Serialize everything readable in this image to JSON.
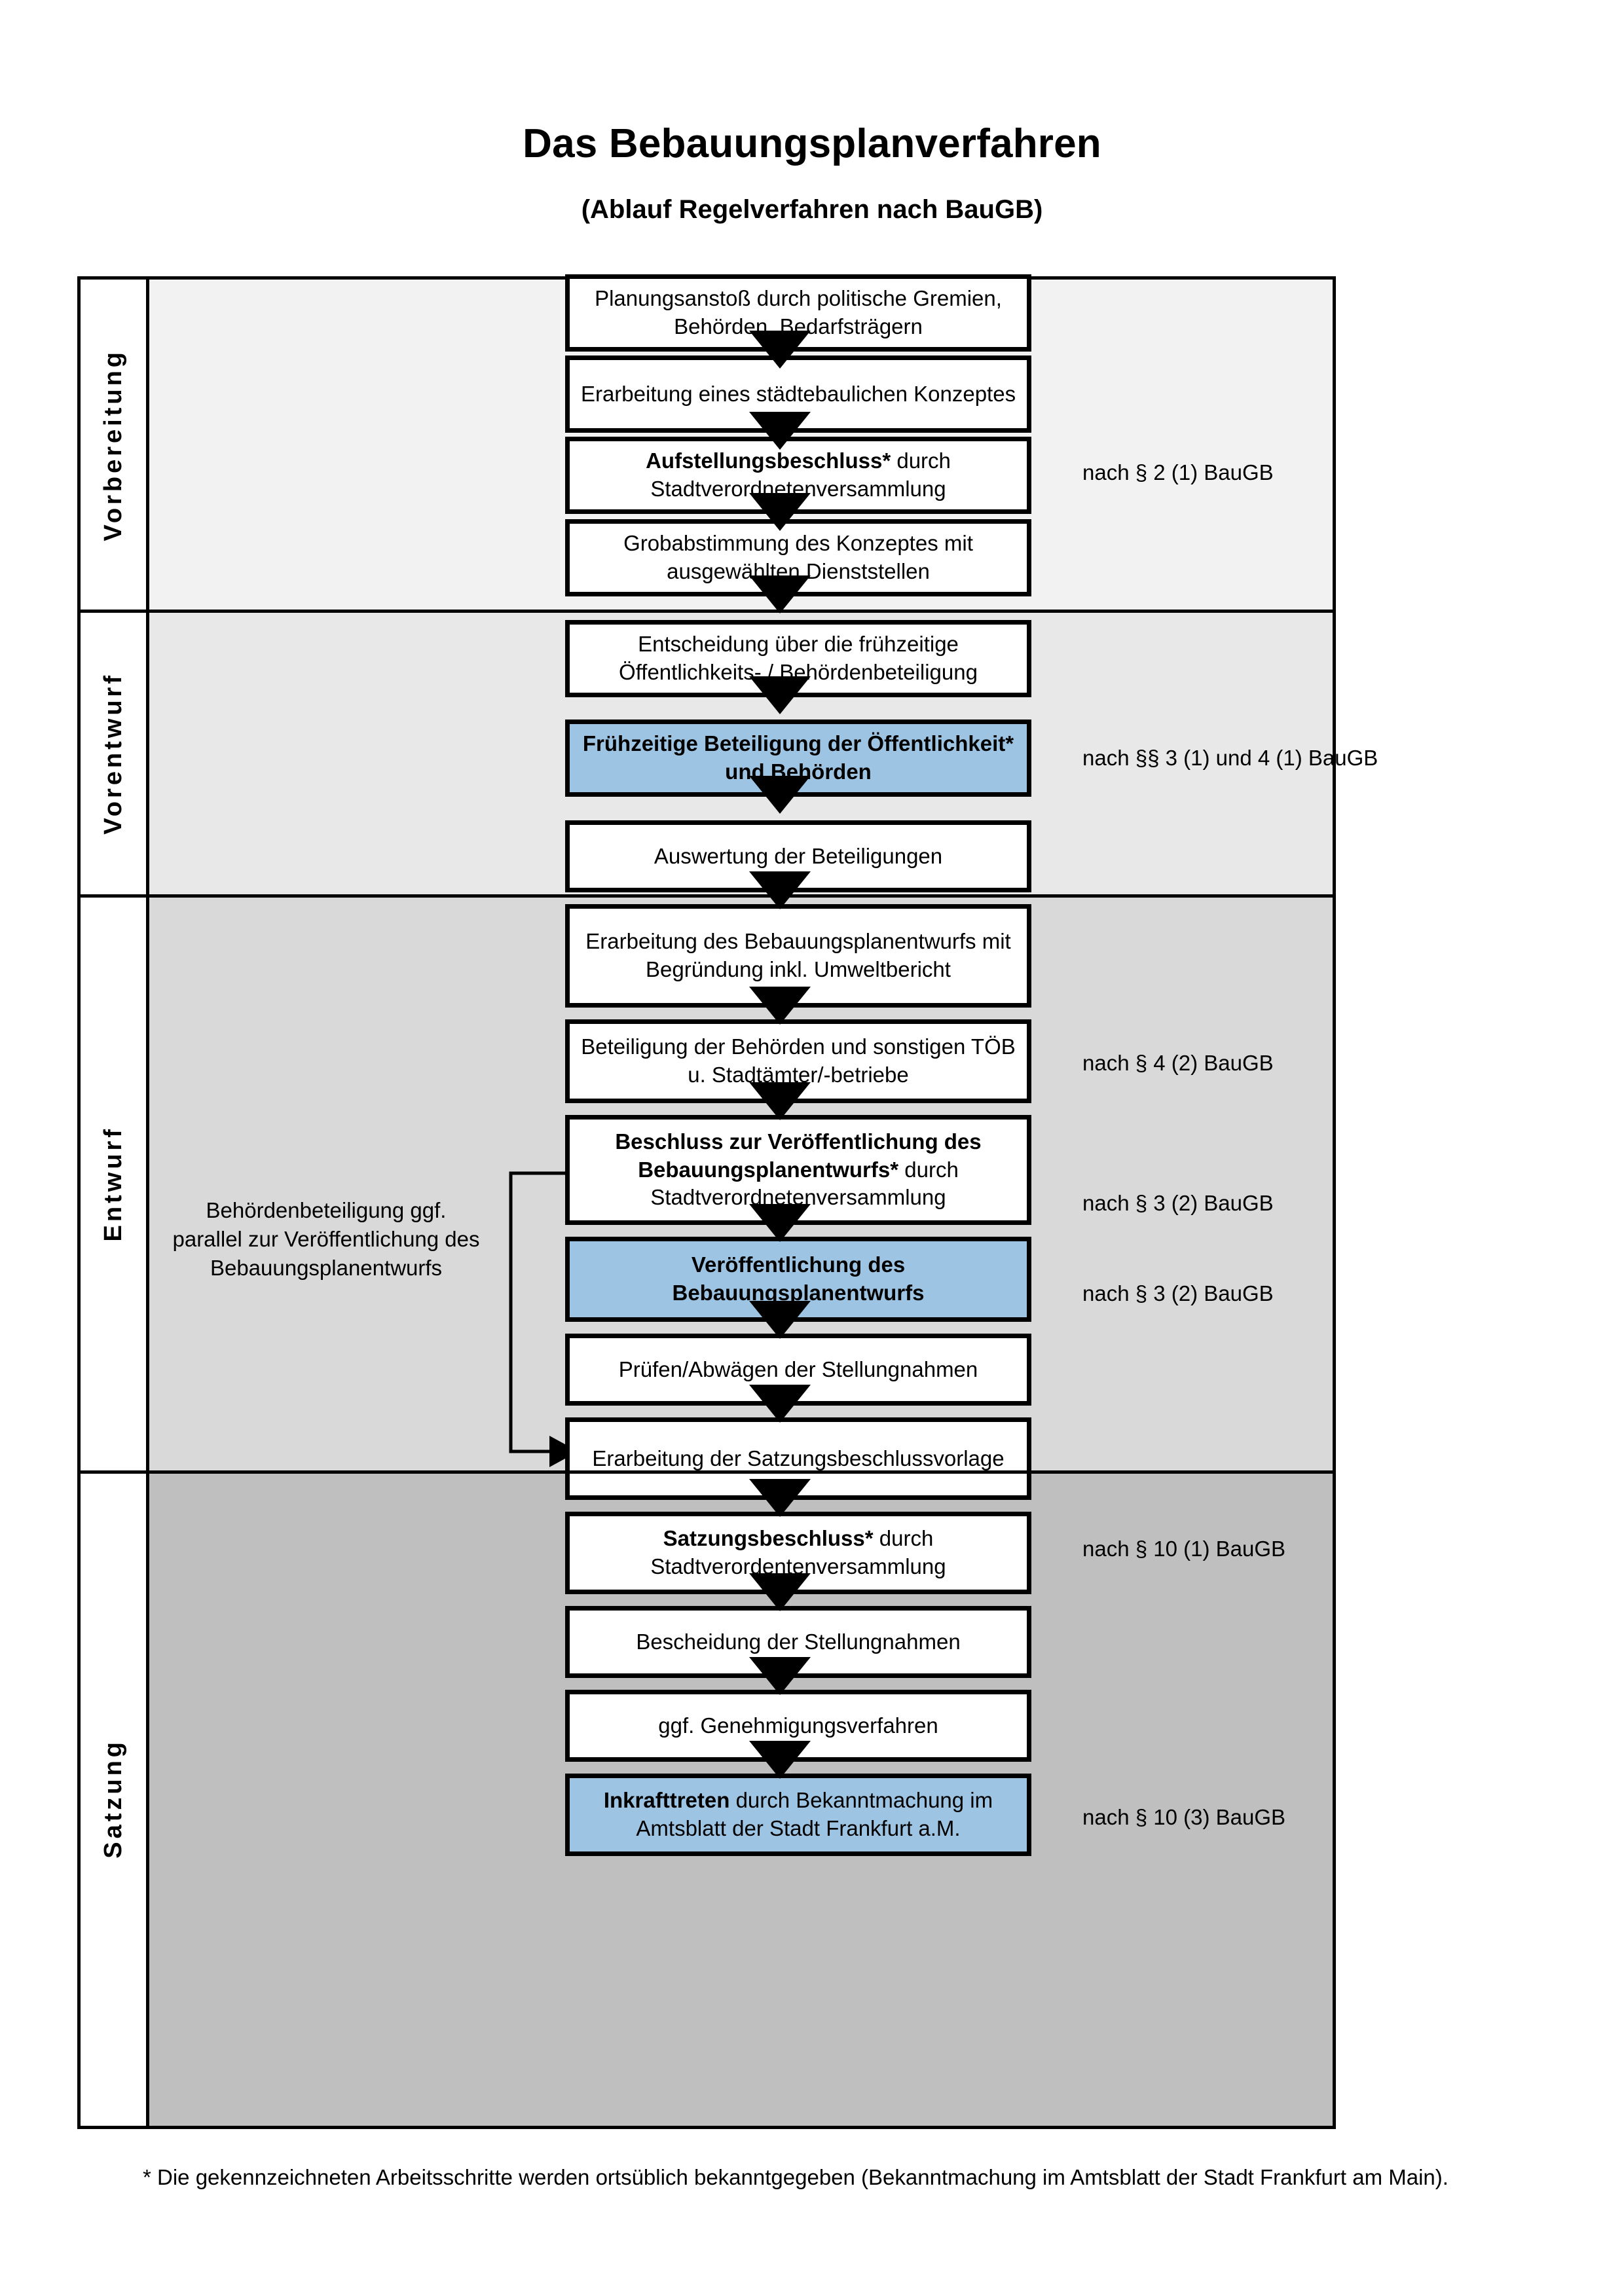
{
  "header": {
    "title": "Das Bebauungsplanverfahren",
    "subtitle": "(Ablauf Regelverfahren nach BauGB)"
  },
  "stages": [
    {
      "label": "Vorbereitung",
      "bg": "#F2F2F2"
    },
    {
      "label": "Vorentwurf",
      "bg": "#E8E8E8"
    },
    {
      "label": "Entwurf",
      "bg": "#D9D9D9"
    },
    {
      "label": "Satzung",
      "bg": "#BFBFBF"
    }
  ],
  "accent_color": "#9EC4E4",
  "steps": [
    {
      "id": "planungsanstoss",
      "stage": "Vorbereitung",
      "text": "Planungsanstoß durch politische Gremien, Behörden, Bedarfsträgern",
      "bold": "",
      "accent": false
    },
    {
      "id": "konzept",
      "stage": "Vorbereitung",
      "text": "Erarbeitung eines städtebaulichen Konzeptes",
      "bold": "",
      "accent": false
    },
    {
      "id": "aufstellungsbeschluss",
      "stage": "Vorbereitung",
      "text": "Aufstellungsbeschluss* durch Stadtverordnetenversammlung",
      "bold": "Aufstellungsbeschluss*",
      "accent": false
    },
    {
      "id": "grobabstimmung",
      "stage": "Vorentwurf",
      "text": "Grobabstimmung des Konzeptes mit ausgewählten Dienststellen",
      "bold": "",
      "accent": false
    },
    {
      "id": "entscheidung",
      "stage": "Vorentwurf",
      "text": "Entscheidung über die frühzeitige Öffentlichkeits- / Behördenbeteiligung",
      "bold": "",
      "accent": false
    },
    {
      "id": "fruehzeitige",
      "stage": "Vorentwurf",
      "text": "Frühzeitige Beteiligung der Öffentlichkeit* und Behörden",
      "bold": "ALL",
      "accent": true
    },
    {
      "id": "auswertung",
      "stage": "Entwurf",
      "text": "Auswertung der Beteiligungen",
      "bold": "",
      "accent": false
    },
    {
      "id": "erarbeitung-entwurf",
      "stage": "Entwurf",
      "text": "Erarbeitung des Bebauungsplanentwurfs mit Begründung inkl. Umweltbericht",
      "bold": "",
      "accent": false
    },
    {
      "id": "beteiligung-behoerden",
      "stage": "Entwurf",
      "text": "Beteiligung der Behörden und sonstigen TÖB u. Stadtämter/-betriebe",
      "bold": "",
      "accent": false
    },
    {
      "id": "beschluss-veroeff",
      "stage": "Entwurf",
      "text": "Beschluss zur Veröffentlichung des Bebauungsplanentwurfs* durch Stadtverordnetenversammlung",
      "bold": "Beschluss zur Veröffentlichung des Bebauungsplanentwurfs*",
      "accent": false
    },
    {
      "id": "veroeffentlichung",
      "stage": "Entwurf",
      "text": "Veröffentlichung des Bebauungsplanentwurfs",
      "bold": "ALL",
      "accent": true
    },
    {
      "id": "pruefen-abwaegen",
      "stage": "Satzung",
      "text": "Prüfen/Abwägen der Stellungnahmen",
      "bold": "",
      "accent": false
    },
    {
      "id": "satzungsvorlage",
      "stage": "Satzung",
      "text": "Erarbeitung der Satzungsbeschlussvorlage",
      "bold": "",
      "accent": false
    },
    {
      "id": "satzungsbeschluss",
      "stage": "Satzung",
      "text": "Satzungsbeschluss* durch Stadtverordentenversammlung",
      "bold": "Satzungsbeschluss*",
      "accent": false
    },
    {
      "id": "bescheidung",
      "stage": "Satzung",
      "text": "Bescheidung der Stellungnahmen",
      "bold": "",
      "accent": false
    },
    {
      "id": "genehmigung",
      "stage": "Satzung",
      "text": "ggf. Genehmigungsverfahren",
      "bold": "",
      "accent": false
    },
    {
      "id": "inkrafttreten",
      "stage": "Satzung",
      "text": "Inkrafttreten durch Bekanntmachung im Amtsblatt der Stadt Frankfurt a.M.",
      "bold": "Inkrafttreten",
      "accent": true
    }
  ],
  "legal_refs": [
    {
      "id": "ref-aufstellung",
      "text": "nach § 2 (1) BauGB"
    },
    {
      "id": "ref-fruehzeitige",
      "text": "nach §§ 3 (1) und 4 (1) BauGB"
    },
    {
      "id": "ref-behoerden",
      "text": "nach § 4 (2) BauGB"
    },
    {
      "id": "ref-beschluss",
      "text": "nach § 3 (2) BauGB"
    },
    {
      "id": "ref-veroeff",
      "text": "nach § 3 (2) BauGB"
    },
    {
      "id": "ref-satzung",
      "text": "nach § 10 (1) BauGB"
    },
    {
      "id": "ref-inkraft",
      "text": "nach § 10 (3) BauGB"
    }
  ],
  "side_note": {
    "text": "Behördenbeteiligung ggf. parallel zur Veröffentlichung des Bebauungsplanentwurfs"
  },
  "footnote": {
    "text": "* Die gekennzeichneten Arbeitsschritte werden ortsüblich bekanntgegeben (Bekanntmachung im Amtsblatt  der Stadt Frankfurt am Main)."
  }
}
